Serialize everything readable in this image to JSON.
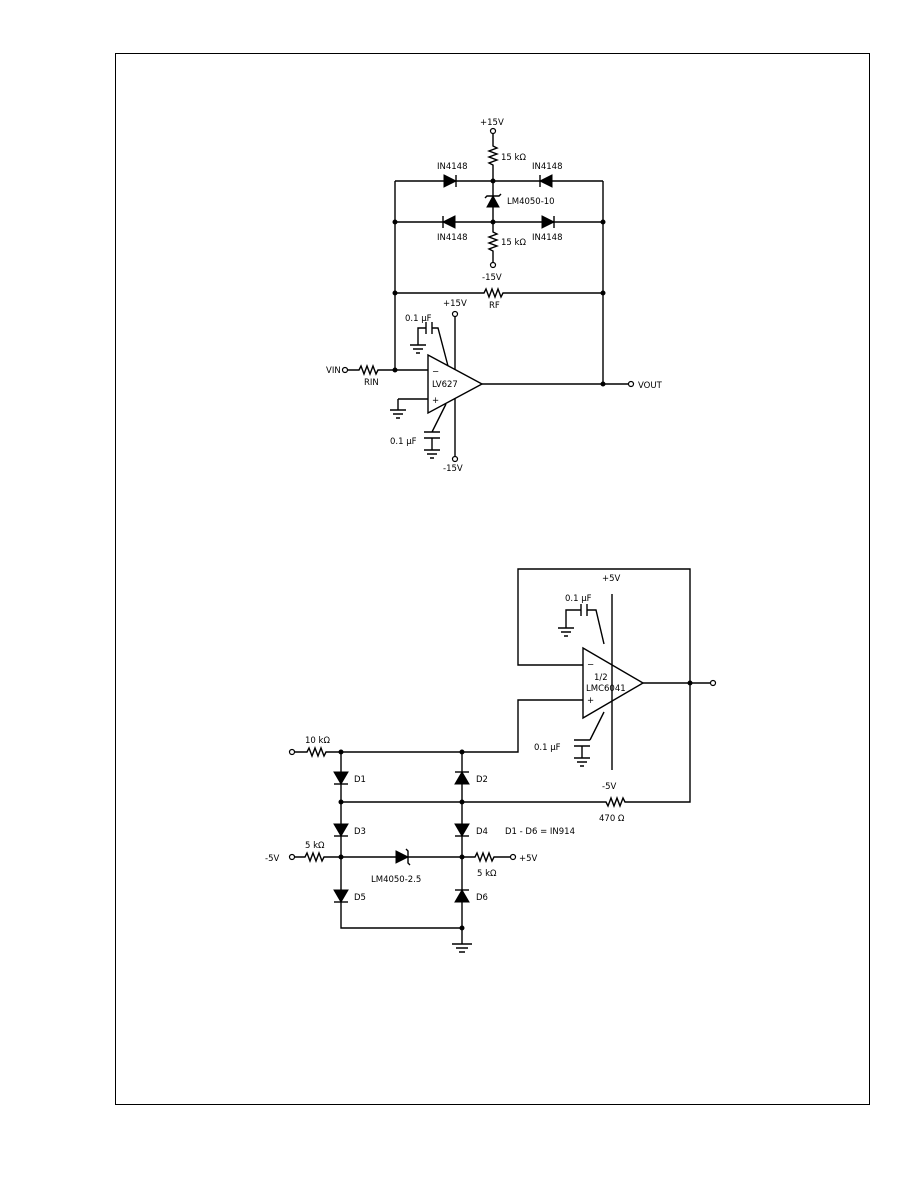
{
  "circuit1": {
    "supply_top": "+15V",
    "r_top": "15 kΩ",
    "d_top_left": "IN4148",
    "d_top_right": "IN4148",
    "zener": "LM4050-10",
    "d_mid_left": "IN4148",
    "d_mid_right": "IN4148",
    "r_bottom": "15 kΩ",
    "supply_bottom_ref": "-15V",
    "rf": "RF",
    "supply_opamp_top": "+15V",
    "cap_top": "0.1 μF",
    "vin": "VIN",
    "rin": "RIN",
    "opamp": "LV627",
    "minus": "−",
    "plus": "+",
    "vout": "VOUT",
    "cap_bottom": "0.1 μF",
    "supply_opamp_bottom": "-15V"
  },
  "circuit2": {
    "supply_top": "+5V",
    "cap_top": "0.1 μF",
    "opamp_line1": "1/2",
    "opamp_line2": "LMC6041",
    "minus": "−",
    "plus": "+",
    "cap_bottom": "0.1 μF",
    "supply_bottom": "-5V",
    "r_in": "10 kΩ",
    "d1": "D1",
    "d2": "D2",
    "d3": "D3",
    "d4": "D4",
    "d5": "D5",
    "d6": "D6",
    "r_fb": "470 Ω",
    "diode_note": "D1 - D6 = IN914",
    "r_left": "5 kΩ",
    "v_left": "-5V",
    "zener": "LM4050-2.5",
    "r_right": "5 kΩ",
    "v_right": "+5V"
  }
}
